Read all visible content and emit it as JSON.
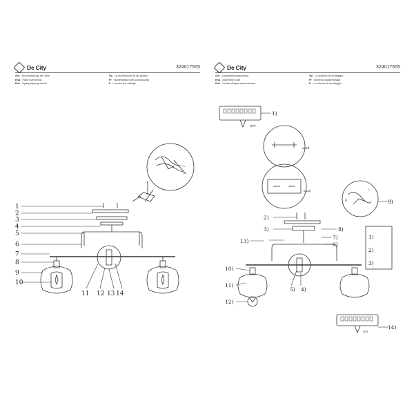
{
  "brand": "De City",
  "model": "324017505",
  "left_page": {
    "legend": [
      {
        "code": "Ger",
        "text": "Nummerierung der Teile"
      },
      {
        "code": "Sp",
        "text": "La numeración de las piezas"
      },
      {
        "code": "Eng",
        "text": "Parts numbering"
      },
      {
        "code": "Fr",
        "text": "Numérotation des composants"
      },
      {
        "code": "Rus",
        "text": "Нумерация деталей"
      },
      {
        "code": "It",
        "text": "I numeri dei dettagli"
      }
    ],
    "callouts": [
      "1",
      "2",
      "3",
      "4",
      "5",
      "6",
      "7",
      "8",
      "9",
      "10",
      "11",
      "12",
      "13",
      "14"
    ],
    "wire_labels": [
      "L",
      "N"
    ]
  },
  "right_page": {
    "legend": [
      {
        "code": "Ger",
        "text": "Zusammenbauschema"
      },
      {
        "code": "Sp",
        "text": "Lo schema di montaggio"
      },
      {
        "code": "Eng",
        "text": "Assembly chart"
      },
      {
        "code": "Fr",
        "text": "Schéma d'assemblage"
      },
      {
        "code": "Rus",
        "text": "Схема сборки светильника"
      },
      {
        "code": "It",
        "text": "Lo schema di montaggio"
      }
    ],
    "callouts": [
      "1)",
      "2)",
      "3)",
      "4)",
      "5)",
      "6)",
      "7)",
      "8)",
      "9)",
      "10)",
      "11)",
      "12)",
      "13)",
      "14)"
    ],
    "step_labels": [
      "1)",
      "2)",
      "3)"
    ],
    "dimension": "⌀120",
    "switch_labels": [
      "OFF",
      "ON"
    ],
    "wire_labels": [
      "L",
      "N"
    ]
  }
}
